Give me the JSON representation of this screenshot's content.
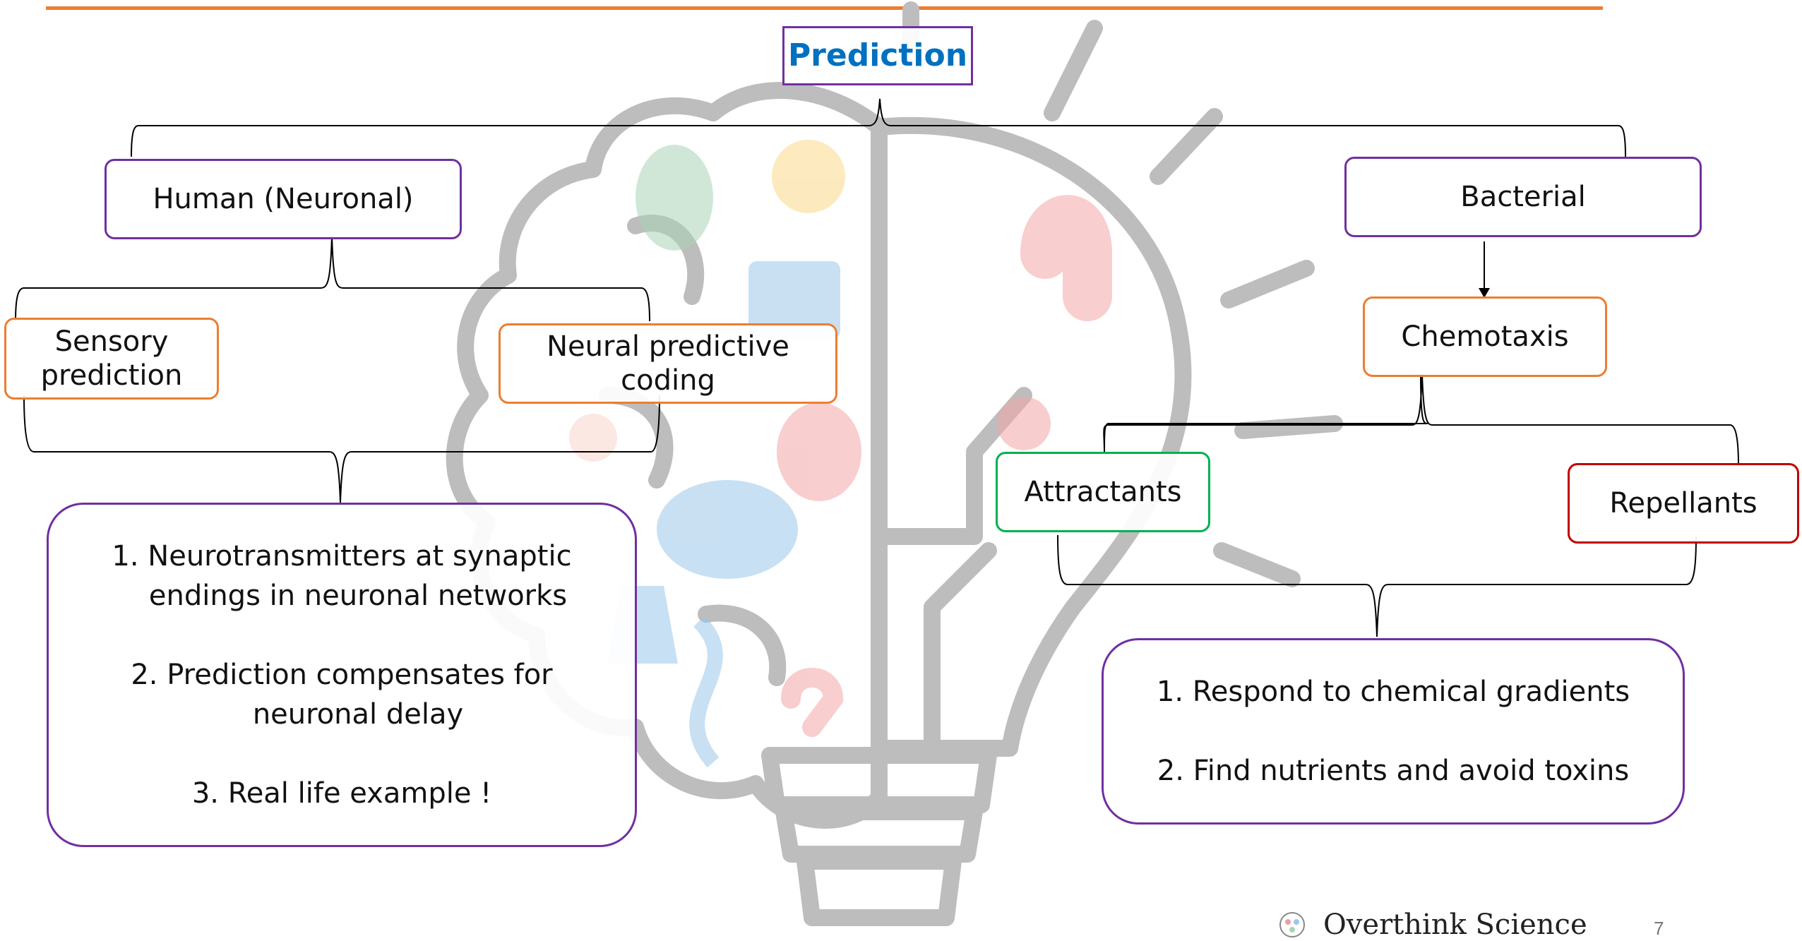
{
  "title": "Prediction",
  "human": {
    "label": "Human (Neuronal)",
    "children": [
      "Sensory\nprediction",
      "Neural predictive\ncoding"
    ],
    "points": [
      "1. Neurotransmitters at synaptic",
      "endings in neuronal networks",
      "2. Prediction compensates for",
      "neuronal delay",
      "3. Real life example !"
    ]
  },
  "bacterial": {
    "label": "Bacterial",
    "child": "Chemotaxis",
    "attractants": "Attractants",
    "repellants": "Repellants",
    "points": [
      "1. Respond to chemical gradients",
      "2. Find nutrients and avoid toxins"
    ]
  },
  "footer": {
    "brand": "Overthink Science",
    "page": "7"
  },
  "colors": {
    "accent_line": "#ED7D31",
    "title_text": "#0070C0",
    "purple_border": "#7030A0",
    "orange_border": "#ED7D31",
    "green_border": "#00B050",
    "red_border": "#C00000"
  }
}
